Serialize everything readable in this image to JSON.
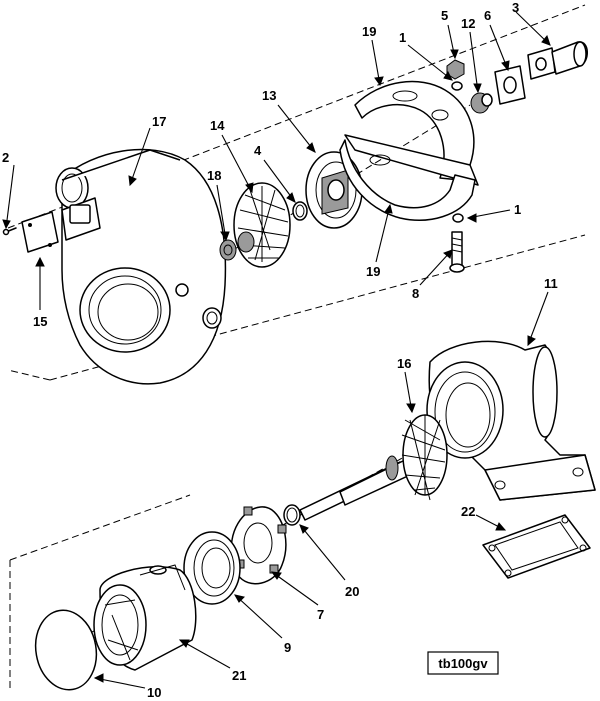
{
  "figure_code": "tb100gv",
  "callouts": {
    "c1a": "1",
    "c1b": "1",
    "c2": "2",
    "c3": "3",
    "c4": "4",
    "c5": "5",
    "c6": "6",
    "c7": "7",
    "c8": "8",
    "c9": "9",
    "c10": "10",
    "c11": "11",
    "c12": "12",
    "c13": "13",
    "c14": "14",
    "c15": "15",
    "c16": "16",
    "c17": "17",
    "c18": "18",
    "c19a": "19",
    "c19b": "19",
    "c20": "20",
    "c21": "21",
    "c22": "22"
  }
}
